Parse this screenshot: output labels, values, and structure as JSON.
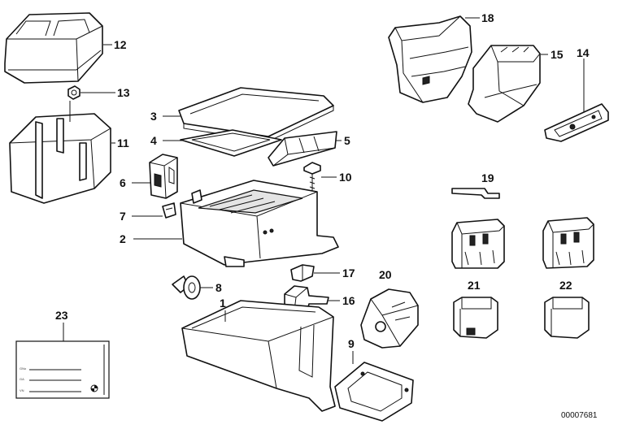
{
  "callouts": [
    "1",
    "2",
    "3",
    "4",
    "5",
    "6",
    "7",
    "8",
    "9",
    "10",
    "11",
    "12",
    "13",
    "14",
    "15",
    "16",
    "17",
    "18",
    "19",
    "20",
    "21",
    "22",
    "23"
  ],
  "label_sticker": {
    "rows": [
      "",
      "",
      "",
      "",
      "",
      ""
    ],
    "rows_right": [
      "",
      "",
      "",
      "",
      "",
      ""
    ],
    "fields": [
      "GNo",
      "GA",
      "VN"
    ]
  },
  "reference_number": "00007681",
  "colors": {
    "line": "#111111",
    "background": "#ffffff",
    "shade": "#e4e4e4"
  }
}
